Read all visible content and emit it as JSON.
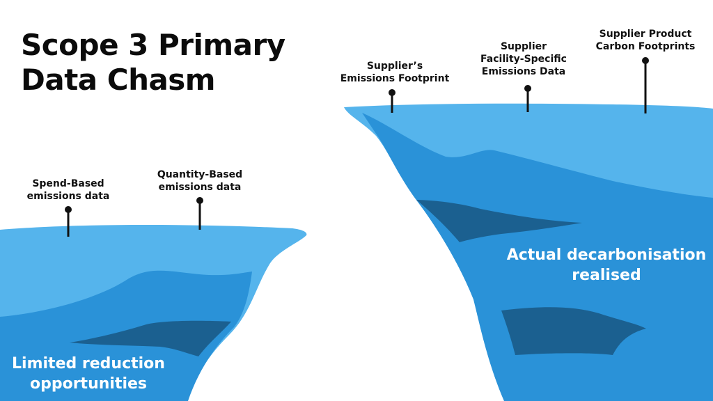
{
  "title": {
    "line1": "Scope 3 Primary",
    "line2": "Data Chasm"
  },
  "colors": {
    "light_blue": "#55b4ec",
    "mid_blue": "#2a92d8",
    "dark_blue": "#1b6090",
    "background": "#ffffff",
    "text_dark": "#111111",
    "text_light": "#ffffff"
  },
  "left_cliff": {
    "pins": [
      {
        "line1": "Spend-Based",
        "line2": "emissions data"
      },
      {
        "line1": "Quantity-Based",
        "line2": "emissions data"
      }
    ],
    "caption": {
      "line1": "Limited reduction",
      "line2": "opportunities"
    }
  },
  "right_cliff": {
    "pins": [
      {
        "line1": "Supplier’s",
        "line2": "Emissions Footprint"
      },
      {
        "line1": "Supplier",
        "line2": "Facility-Specific",
        "line3": "Emissions Data"
      },
      {
        "line1": "Supplier Product",
        "line2": "Carbon Footprints"
      }
    ],
    "caption": {
      "line1": "Actual decarbonisation",
      "line2": "realised"
    }
  }
}
